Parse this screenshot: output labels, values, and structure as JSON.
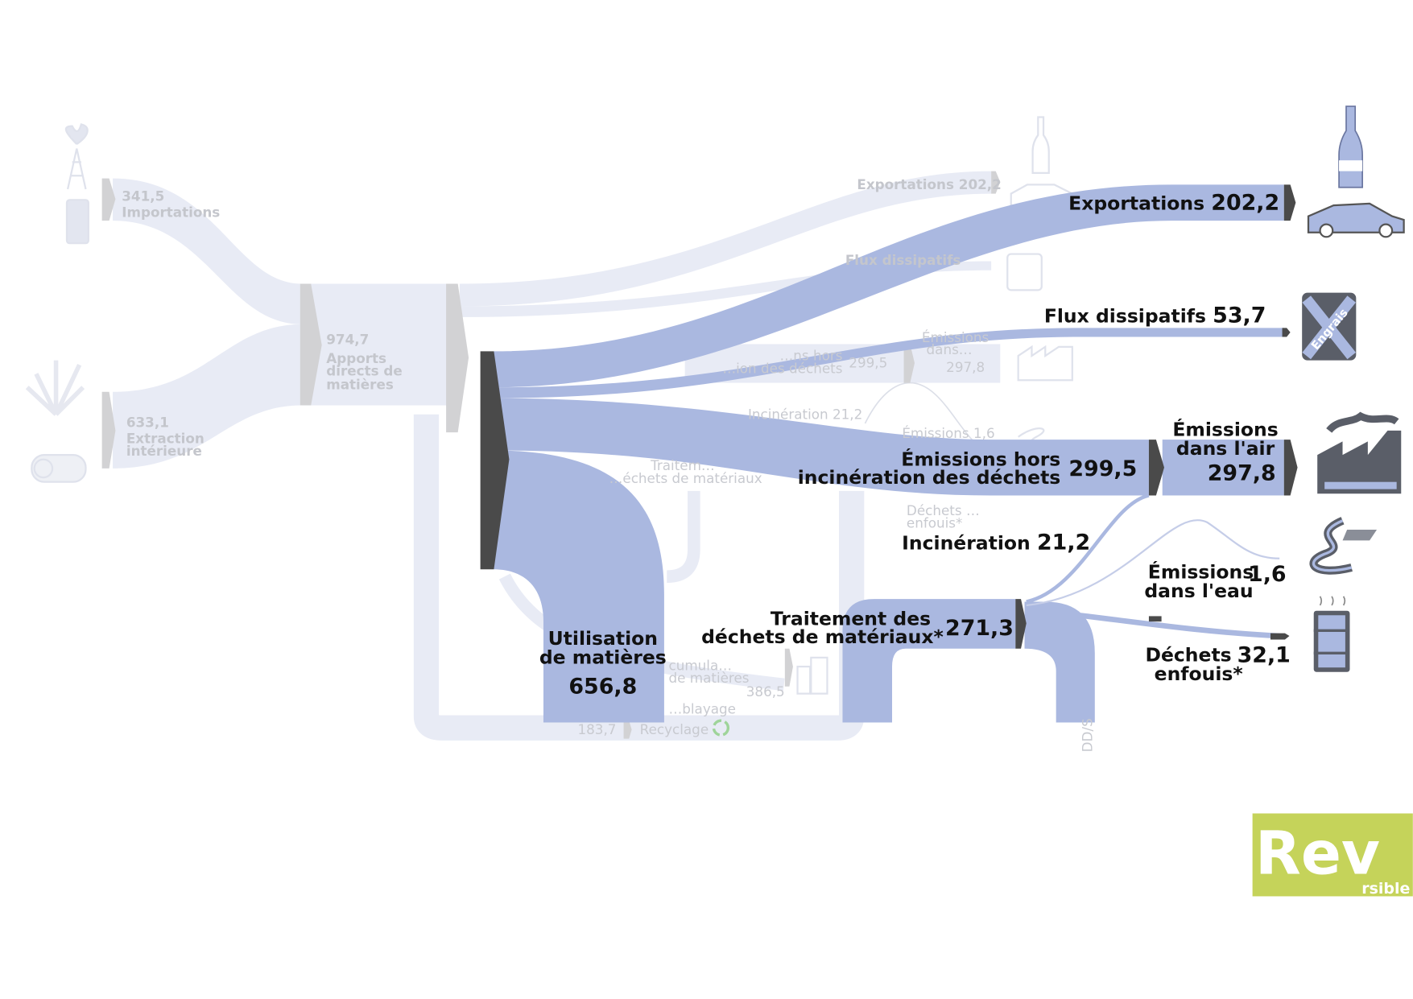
{
  "colors": {
    "flow": "#aab8e0",
    "ghost_flow": "#e8ebf5",
    "node": "#4a4a4a",
    "ghost_node": "#d2d2d4",
    "logo": "#c5d35a"
  },
  "ghost": {
    "importations_value": "341,5",
    "importations_label": "Importations",
    "extraction_value": "633,1",
    "extraction_label_1": "Extraction",
    "extraction_label_2": "intérieure",
    "apports_value": "974,7",
    "apports_label_1": "Apports",
    "apports_label_2": "directs de",
    "apports_label_3": "matières",
    "exportations": "Exportations 202,2",
    "flux": "Flux dissipatifs",
    "emissions_hors_1": "…ns hors",
    "emissions_hors_2": "…ion des déchets",
    "emissions_hors_value": "299,5",
    "emissions_air_1": "Émissions",
    "emissions_air_2": "dans…",
    "emissions_air_value": "297,8",
    "incineration": "Incinération 21,2",
    "emissions_eau": "Émissions 1,6",
    "traitement_1": "Traitem…",
    "traitement_2": "…échets de matériaux",
    "dechets_1": "Déchets …",
    "dechets_2": "enfouis*",
    "accumulation_1": "cumula…",
    "accumulation_2": "de matières",
    "accumulation_value": "386,5",
    "remblayage": "…blayage",
    "recyclage_value": "183,7",
    "recyclage_label": "Recyclage",
    "side_text": "DD/S"
  },
  "flows": {
    "exportations": {
      "label": "Exportations",
      "value": "202,2"
    },
    "flux": {
      "label": "Flux dissipatifs",
      "value": "53,7"
    },
    "emissions_air": {
      "line1": "Émissions",
      "line2": "dans l'air",
      "value": "297,8"
    },
    "emissions_hors": {
      "line1": "Émissions hors",
      "line2": "incinération des déchets",
      "value": "299,5"
    },
    "incineration": {
      "label": "Incinération",
      "value": "21,2"
    },
    "emissions_eau": {
      "line1": "Émissions",
      "line2": "dans l'eau",
      "value": "1,6"
    },
    "dechets": {
      "line1": "Déchets",
      "line2": "enfouis*",
      "value": "32,1"
    },
    "traitement": {
      "line1": "Traitement des",
      "line2": "déchets de matériaux*",
      "value": "271,3"
    },
    "utilisation": {
      "line1": "Utilisation",
      "line2": "de matières",
      "value": "656,8"
    }
  },
  "icons": {
    "jerrycan_text": "Engrais"
  },
  "logo": {
    "main": "Rev",
    "sub": "rsible"
  }
}
